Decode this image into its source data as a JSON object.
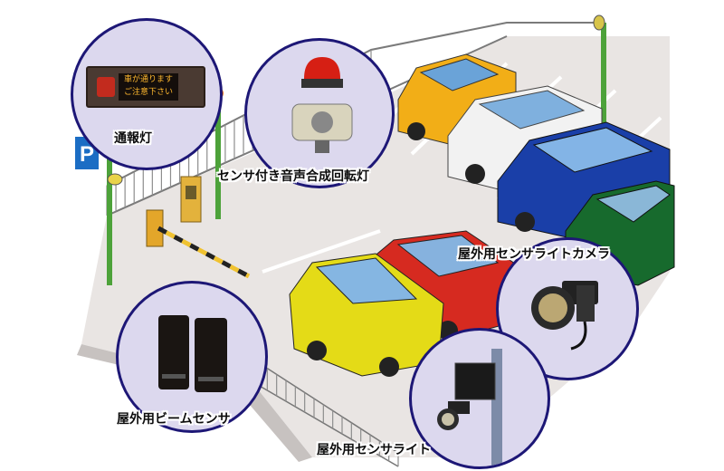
{
  "callouts": {
    "warning_light": {
      "label": "通報灯",
      "sign_lines": [
        "車が通ります",
        "ご注意下さい"
      ]
    },
    "voice_beacon": {
      "label": "センサ付き音声合成回転灯"
    },
    "camera_light": {
      "label": "屋外用センサライトカメラ"
    },
    "beam_sensor": {
      "label": "屋外用ビームセンサ"
    },
    "solar_light": {
      "label": "屋外用センサライト"
    }
  },
  "colors": {
    "bubble_border": "#1d1776",
    "bubble_fill": "#dcd8ee",
    "lot_floor": "#eae6e4",
    "fence_post": "#4da23a",
    "car_orange": "#f2ae17",
    "car_white": "#f0f0f0",
    "car_blue": "#1a3fa8",
    "car_green": "#176a2d",
    "car_yellow": "#e4db17",
    "car_red": "#d62a20"
  },
  "icons": [
    "parking-sign-icon",
    "beacon-icon",
    "camera-light-icon",
    "beam-sensor-icon",
    "solar-light-icon",
    "gate-barrier-icon",
    "ticket-machine-icon"
  ]
}
